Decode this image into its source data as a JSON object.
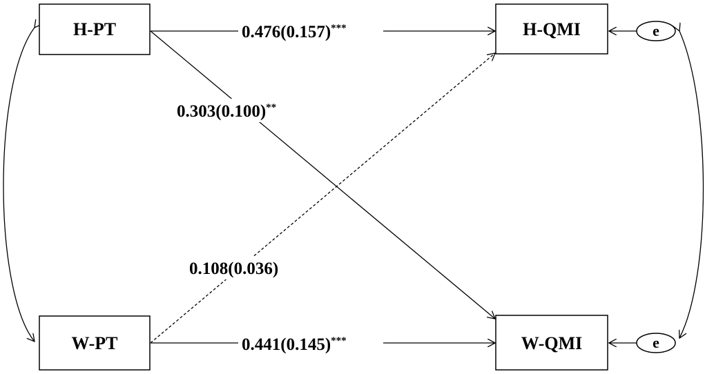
{
  "nodes": {
    "h_pt": "H-PT",
    "w_pt": "W-PT",
    "h_qmi": "H-QMI",
    "w_qmi": "W-QMI"
  },
  "errors": {
    "h_qmi_error": "e",
    "w_qmi_error": "e"
  },
  "paths": {
    "h_pt_to_h_qmi": {
      "value": "0.476(0.157)",
      "sig": "***"
    },
    "h_pt_to_w_qmi": {
      "value": "0.303(0.100)",
      "sig": "**"
    },
    "w_pt_to_h_qmi": {
      "value": "0.108(0.036)",
      "sig": ""
    },
    "w_pt_to_w_qmi": {
      "value": "0.441(0.145)",
      "sig": "***"
    }
  }
}
